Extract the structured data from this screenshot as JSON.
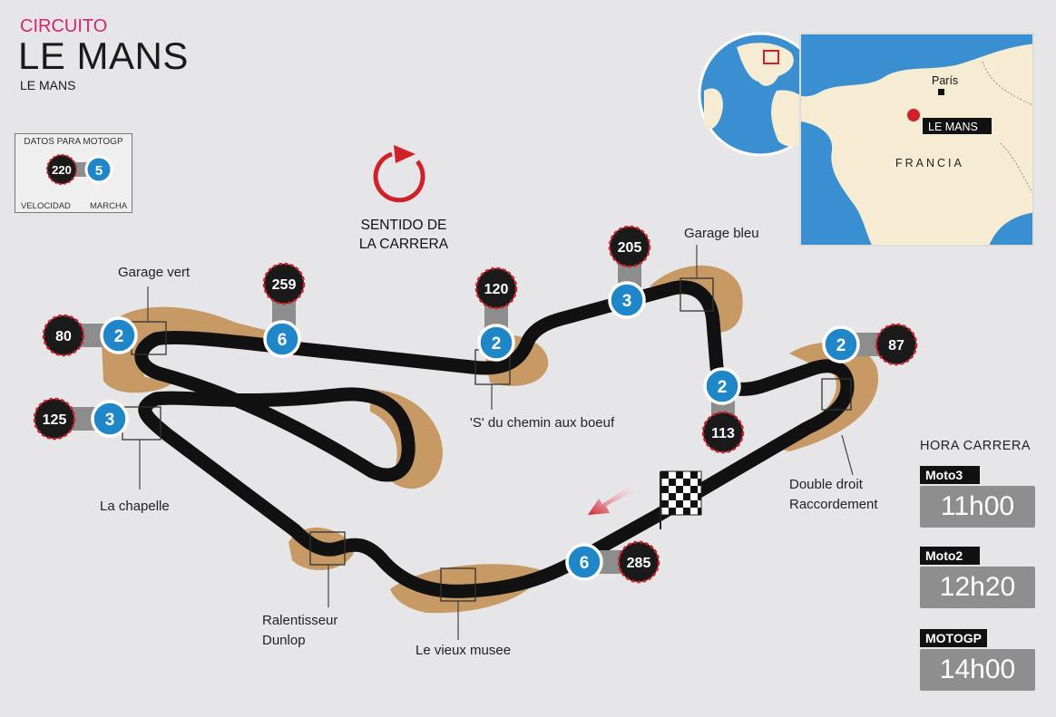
{
  "header": {
    "subtitle": "CIRCUITO",
    "title": "LE MANS",
    "location": "LE MANS"
  },
  "legend": {
    "title": "DATOS PARA MOTOGP",
    "speed_value": "220",
    "gear_value": "5",
    "speed_label": "VELOCIDAD",
    "gear_label": "MARCHA"
  },
  "direction": {
    "line1": "SENTIDO DE",
    "line2": "LA CARRERA"
  },
  "corners": [
    {
      "name": "Garage vert"
    },
    {
      "name": "La chapelle"
    },
    {
      "name": "'S' du chemin aux boeuf"
    },
    {
      "name": "Garage bleu"
    },
    {
      "name": "Double droit"
    },
    {
      "name": "Raccordement"
    },
    {
      "name": "Ralentisseur"
    },
    {
      "name": "Dunlop"
    },
    {
      "name": "Le vieux musee"
    }
  ],
  "markers": [
    {
      "speed": "80",
      "gear": "2"
    },
    {
      "speed": "125",
      "gear": "3"
    },
    {
      "speed": "259",
      "gear": "6"
    },
    {
      "speed": "120",
      "gear": "2"
    },
    {
      "speed": "205",
      "gear": "3"
    },
    {
      "speed": "113",
      "gear": "2"
    },
    {
      "speed": "87",
      "gear": "2"
    },
    {
      "speed": "285",
      "gear": "6"
    }
  ],
  "map": {
    "city_paris": "París",
    "city_lemans": "LE MANS",
    "country": "FRANCIA"
  },
  "schedule": {
    "title": "HORA CARRERA",
    "rows": [
      {
        "class": "Moto3",
        "time": "11h00"
      },
      {
        "class": "Moto2",
        "time": "12h20"
      },
      {
        "class": "MOTOGP",
        "time": "14h00"
      }
    ]
  },
  "colors": {
    "track": "#111111",
    "runoff": "#c79a65",
    "gear_badge": "#1f86c8",
    "speed_badge": "#1a1a1a",
    "accent_red": "#d0202a",
    "title_pink": "#d6246e",
    "ocean": "#3a8fd0",
    "land": "#f6ecd3"
  }
}
